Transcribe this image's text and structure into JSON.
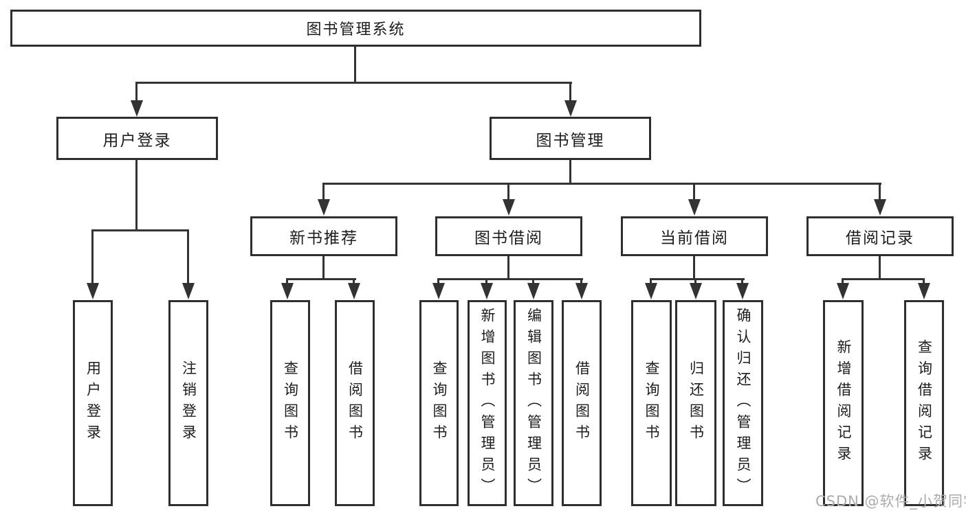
{
  "diagram": {
    "title": "图书管理系统",
    "tree": {
      "root": {
        "label": "图书管理系统",
        "children": [
          {
            "label": "用户登录",
            "children": [
              {
                "label": "用户登录"
              },
              {
                "label": "注销登录"
              }
            ]
          },
          {
            "label": "图书管理",
            "children": [
              {
                "label": "新书推荐",
                "children": [
                  {
                    "label": "查询图书"
                  },
                  {
                    "label": "借阅图书"
                  }
                ]
              },
              {
                "label": "图书借阅",
                "children": [
                  {
                    "label": "查询图书"
                  },
                  {
                    "label": "新增图书（管理员）"
                  },
                  {
                    "label": "编辑图书（管理员）"
                  },
                  {
                    "label": "借阅图书"
                  }
                ]
              },
              {
                "label": "当前借阅",
                "children": [
                  {
                    "label": "查询图书"
                  },
                  {
                    "label": "归还图书"
                  },
                  {
                    "label": "确认归还（管理员）"
                  }
                ]
              },
              {
                "label": "借阅记录",
                "children": [
                  {
                    "label": "新增借阅记录"
                  },
                  {
                    "label": "查询借阅记录"
                  }
                ]
              }
            ]
          }
        ]
      }
    },
    "colors": {
      "line": "#333333",
      "box_border": "#2e2e2e",
      "text": "#1d1d1d",
      "background": "#ffffff",
      "watermark": "#ababab"
    }
  },
  "watermark": {
    "text": "CSDN @软件_小贺同学"
  }
}
